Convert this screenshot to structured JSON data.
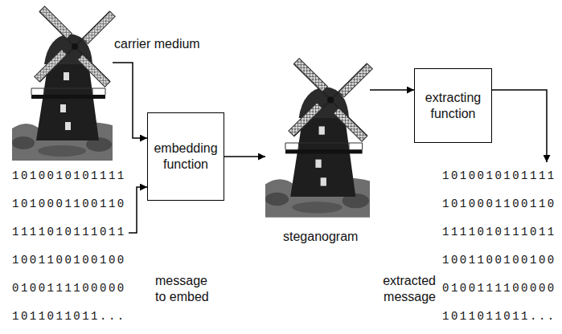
{
  "diagram": {
    "nodes": [
      {
        "text": [
          "carrier medium"
        ]
      },
      {
        "text": [
          "1010010101111 1010001100110 1111010111011 1001100100100 0100111100000 1011011011...",
          "message to embed"
        ]
      },
      {
        "text": [
          "embedding function"
        ]
      },
      {
        "text": [
          "steganogram"
        ]
      },
      {
        "text": [
          "extracting function"
        ]
      },
      {
        "text": [
          "1010010101111 1010001100110 1111010111011 1001100100100 0100111100000 1011011011...",
          "extracted message"
        ]
      }
    ],
    "edges": [
      {
        "from": 0,
        "to": 2,
        "arrow": "to"
      },
      {
        "from": 1,
        "to": 2,
        "arrow": "to"
      },
      {
        "from": 2,
        "to": 3,
        "arrow": "to"
      },
      {
        "from": 3,
        "to": 4,
        "arrow": "to"
      },
      {
        "from": 4,
        "to": 5,
        "arrow": "to"
      }
    ]
  }
}
